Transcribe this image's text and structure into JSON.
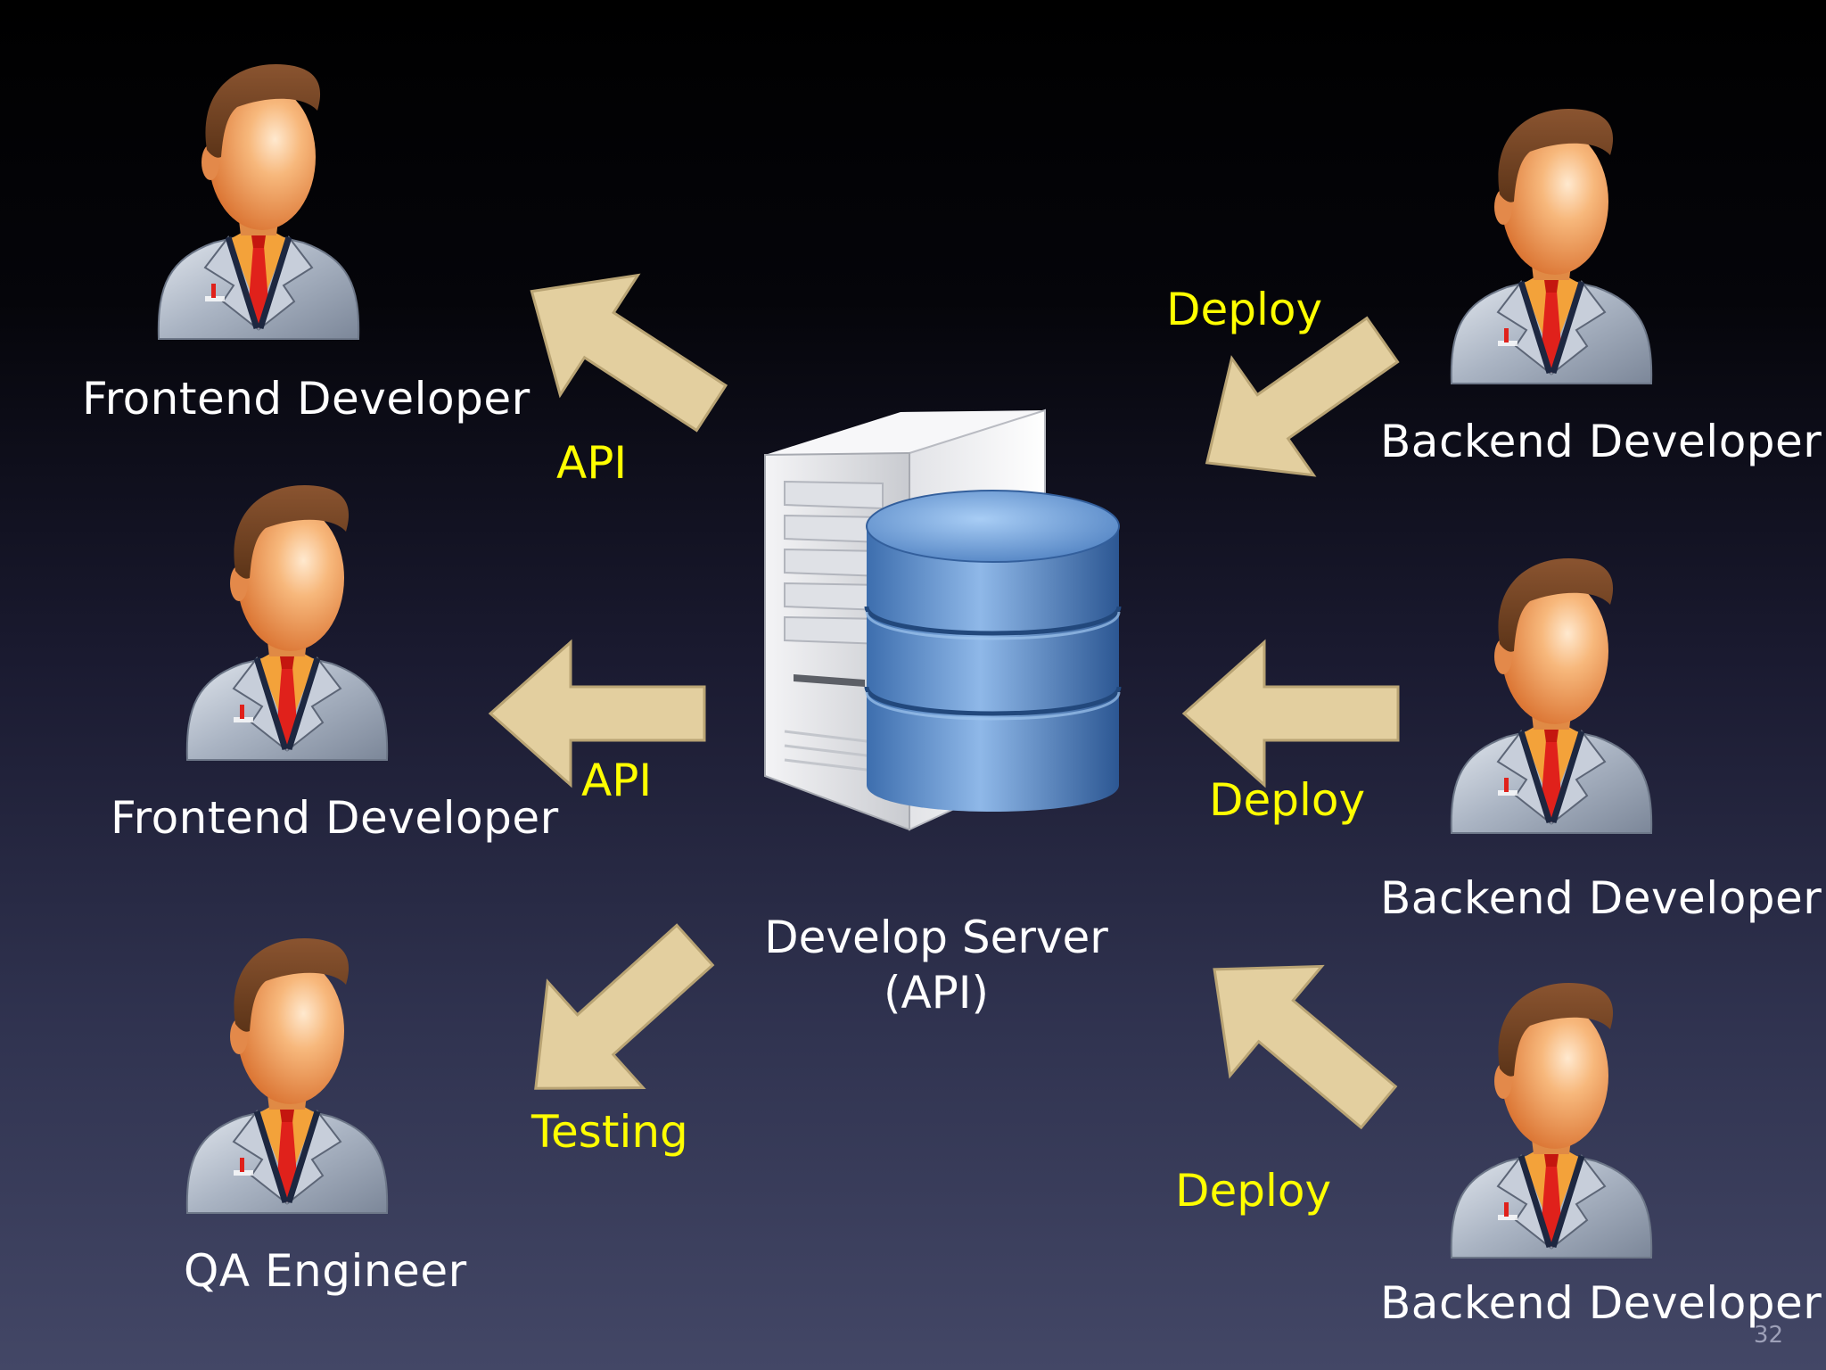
{
  "colors": {
    "label_text": "#ffffff",
    "action_text": "#ffff00",
    "arrow_fill": "#e3cf9f",
    "arrow_stroke": "#b9a474"
  },
  "icons": {
    "person": "developer-person-icon",
    "server": "server-database-icon",
    "arrow": "arrow-icon"
  },
  "people": {
    "frontend_1": "Frontend Developer",
    "frontend_2": "Frontend Developer",
    "qa": "QA Engineer",
    "backend_1": "Backend Developer",
    "backend_2": "Backend Developer",
    "backend_3": "Backend Developer"
  },
  "actions": {
    "api_1": "API",
    "api_2": "API",
    "testing": "Testing",
    "deploy_1": "Deploy",
    "deploy_2": "Deploy",
    "deploy_3": "Deploy"
  },
  "server": {
    "line1": "Develop Server",
    "line2": "(API)"
  },
  "slide_number": "32"
}
